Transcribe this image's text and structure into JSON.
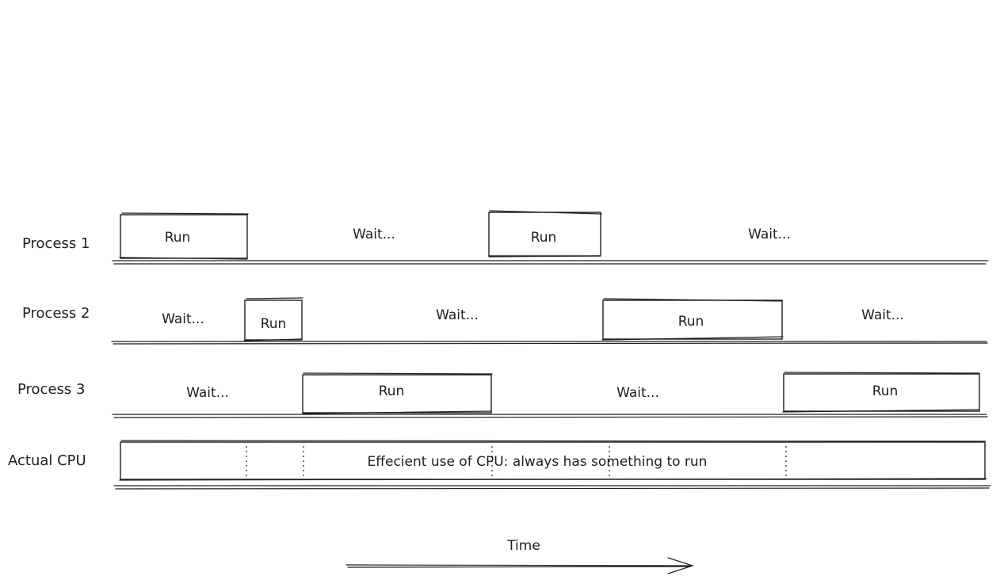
{
  "rows": [
    {
      "label": "Process 1",
      "segments": [
        "Run",
        "Wait...",
        "Run",
        "Wait..."
      ]
    },
    {
      "label": "Process 2",
      "segments": [
        "Wait...",
        "Run",
        "Wait...",
        "Run",
        "Wait..."
      ]
    },
    {
      "label": "Process 3",
      "segments": [
        "Wait...",
        "Run",
        "Wait...",
        "Run"
      ]
    }
  ],
  "cpu": {
    "label": "Actual CPU",
    "text": "Effecient use of CPU: always has something to run"
  },
  "time": {
    "label": "Time"
  }
}
